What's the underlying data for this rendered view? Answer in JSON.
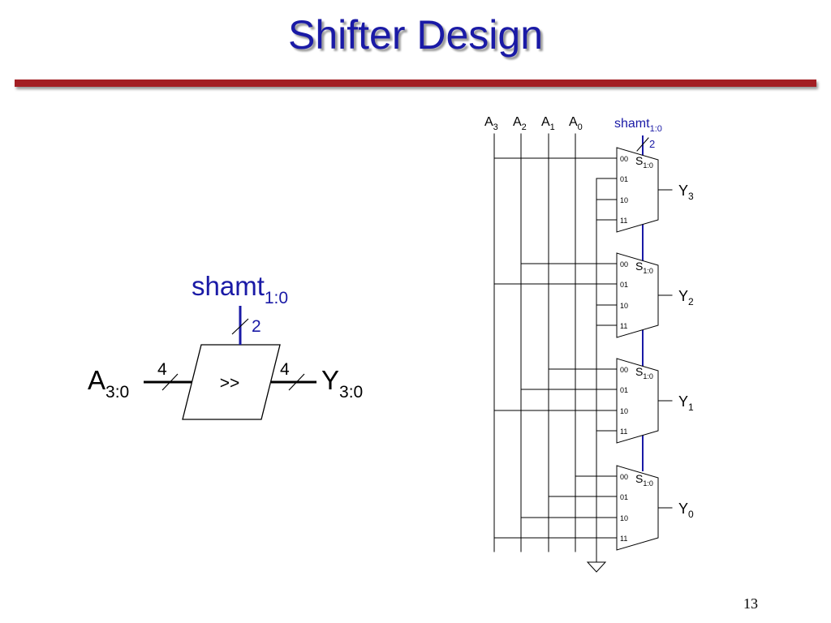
{
  "slide": {
    "title": "Shifter Design",
    "page_number": "13"
  },
  "colors": {
    "title": "#1a1aa6",
    "rule": "#a31f24",
    "bus": "#1a1aa6",
    "wire": "#000000"
  },
  "block": {
    "shamt_label": "shamt",
    "shamt_sub": "1:0",
    "shamt_width": "2",
    "input_label": "A",
    "input_sub": "3:0",
    "input_width": "4",
    "operator": ">>",
    "output_label": "Y",
    "output_sub": "3:0",
    "output_width": "4"
  },
  "schematic": {
    "inputs": [
      {
        "label": "A",
        "sub": "3"
      },
      {
        "label": "A",
        "sub": "2"
      },
      {
        "label": "A",
        "sub": "1"
      },
      {
        "label": "A",
        "sub": "0"
      }
    ],
    "shamt_label": "shamt",
    "shamt_sub": "1:0",
    "shamt_width": "2",
    "select_label": "S",
    "select_sub": "1:0",
    "mux_inputs": [
      "00",
      "01",
      "10",
      "11"
    ],
    "outputs": [
      {
        "label": "Y",
        "sub": "3"
      },
      {
        "label": "Y",
        "sub": "2"
      },
      {
        "label": "Y",
        "sub": "1"
      },
      {
        "label": "Y",
        "sub": "0"
      }
    ]
  }
}
